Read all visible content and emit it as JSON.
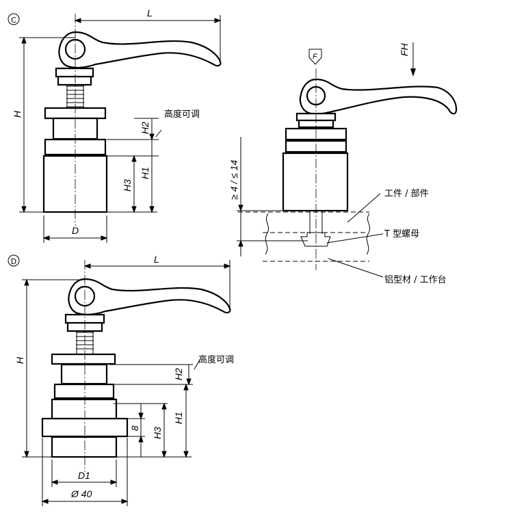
{
  "view_c": {
    "marker": "C",
    "L": "L",
    "H": "H",
    "H1": "H1",
    "H2": "H2",
    "H3": "H3",
    "D": "D",
    "adjustable": "高度可调"
  },
  "view_side": {
    "F": "F",
    "FH": "FH",
    "range": "≥ 4 / ≤ 14",
    "workpiece": "工件 / 部件",
    "t_nut": "T 型螺母",
    "profile": "铝型材 / 工作台"
  },
  "view_d": {
    "marker": "D",
    "L": "L",
    "H": "H",
    "H1": "H1",
    "H2": "H2",
    "H3": "H3",
    "dim8": "8",
    "D1": "D1",
    "dia40": "Ø 40",
    "adjustable": "高度可调"
  }
}
